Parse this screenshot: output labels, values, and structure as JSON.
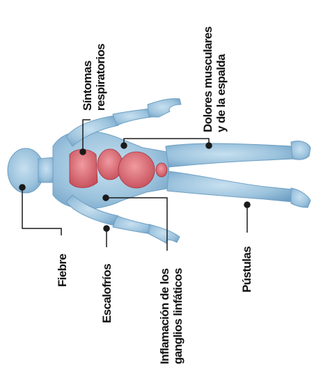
{
  "labels": {
    "respiratory": [
      "Síntomas",
      "respiratorios"
    ],
    "muscle_back": [
      "Dolores musculares",
      "y de la espalda"
    ],
    "fever": [
      "Fiebre"
    ],
    "chills": [
      "Escalofríos"
    ],
    "lymph": [
      "Inflamación de los",
      "ganglios linfáticos"
    ],
    "pustules": [
      "Pústulas"
    ]
  },
  "colors": {
    "body": "#9cc3dd",
    "body_shadow": "#6f9fc4",
    "organs": "#d9626b",
    "leader": "#1a1a1a"
  }
}
